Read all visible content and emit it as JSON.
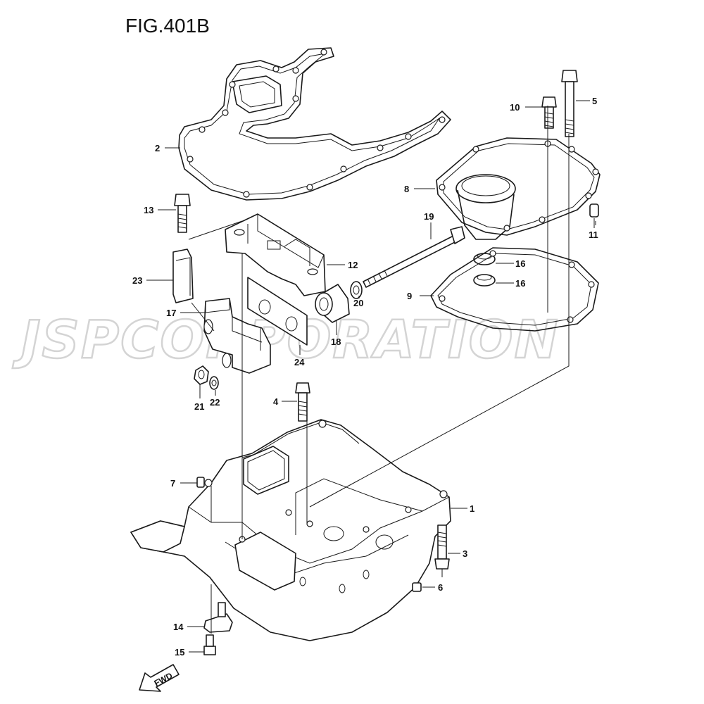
{
  "figure": {
    "title": "FIG.401B",
    "watermark": "JSPCORPORATION",
    "fwd_label": "FWD"
  },
  "callouts": [
    {
      "id": "c1",
      "label": "1"
    },
    {
      "id": "c2",
      "label": "2"
    },
    {
      "id": "c3",
      "label": "3"
    },
    {
      "id": "c4",
      "label": "4"
    },
    {
      "id": "c5",
      "label": "5"
    },
    {
      "id": "c6",
      "label": "6"
    },
    {
      "id": "c7",
      "label": "7"
    },
    {
      "id": "c8",
      "label": "8"
    },
    {
      "id": "c9",
      "label": "9"
    },
    {
      "id": "c10",
      "label": "10"
    },
    {
      "id": "c11",
      "label": "11"
    },
    {
      "id": "c12",
      "label": "12"
    },
    {
      "id": "c13",
      "label": "13"
    },
    {
      "id": "c14",
      "label": "14"
    },
    {
      "id": "c15",
      "label": "15"
    },
    {
      "id": "c16a",
      "label": "16"
    },
    {
      "id": "c16b",
      "label": "16"
    },
    {
      "id": "c17",
      "label": "17"
    },
    {
      "id": "c18",
      "label": "18"
    },
    {
      "id": "c19",
      "label": "19"
    },
    {
      "id": "c20",
      "label": "20"
    },
    {
      "id": "c21",
      "label": "21"
    },
    {
      "id": "c22",
      "label": "22"
    },
    {
      "id": "c23",
      "label": "23"
    },
    {
      "id": "c24",
      "label": "24"
    }
  ]
}
